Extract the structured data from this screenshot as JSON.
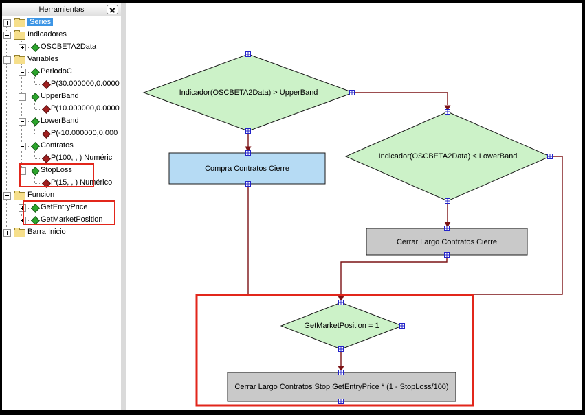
{
  "panel": {
    "title": "Herramientas",
    "close_icon": "close-icon",
    "tree": [
      {
        "label": "Series",
        "level": 0,
        "expander": "plus",
        "icon": "folder-icon",
        "selected": true
      },
      {
        "label": "Indicadores",
        "level": 0,
        "expander": "minus",
        "icon": "folder-icon"
      },
      {
        "label": "OSCBETA2Data",
        "level": 1,
        "expander": "plus",
        "icon": "green-diamond-icon"
      },
      {
        "label": "Variables",
        "level": 0,
        "expander": "minus",
        "icon": "folder-icon"
      },
      {
        "label": "PeriodoC",
        "level": 1,
        "expander": "minus",
        "icon": "green-diamond-icon"
      },
      {
        "label": "P(30.000000,0.0000",
        "level": 2,
        "expander": null,
        "icon": "red-diamond-icon"
      },
      {
        "label": "UpperBand",
        "level": 1,
        "expander": "minus",
        "icon": "green-diamond-icon"
      },
      {
        "label": "P(10.000000,0.0000",
        "level": 2,
        "expander": null,
        "icon": "red-diamond-icon"
      },
      {
        "label": "LowerBand",
        "level": 1,
        "expander": "minus",
        "icon": "green-diamond-icon"
      },
      {
        "label": "P(-10.000000,0.000",
        "level": 2,
        "expander": null,
        "icon": "red-diamond-icon"
      },
      {
        "label": "Contratos",
        "level": 1,
        "expander": "minus",
        "icon": "green-diamond-icon"
      },
      {
        "label": "P(100, , ) Numéric",
        "level": 2,
        "expander": null,
        "icon": "red-diamond-icon"
      },
      {
        "label": "StopLoss",
        "level": 1,
        "expander": "minus",
        "icon": "green-diamond-icon"
      },
      {
        "label": "P(15, , ) Numérico",
        "level": 2,
        "expander": null,
        "icon": "red-diamond-icon"
      },
      {
        "label": "Funcion",
        "level": 0,
        "expander": "minus",
        "icon": "folder-icon"
      },
      {
        "label": "GetEntryPrice",
        "level": 1,
        "expander": "plus",
        "icon": "green-diamond-icon"
      },
      {
        "label": "GetMarketPosition",
        "level": 1,
        "expander": "plus",
        "icon": "green-diamond-icon"
      },
      {
        "label": "Barra Inicio",
        "level": 0,
        "expander": "plus",
        "icon": "folder-icon"
      }
    ]
  },
  "canvas": {
    "nodes": {
      "decision_upper": {
        "type": "decision",
        "label": "Indicador(OSCBETA2Data) > UpperBand"
      },
      "decision_lower": {
        "type": "decision",
        "label": "Indicador(OSCBETA2Data) < LowerBand"
      },
      "decision_market": {
        "type": "decision",
        "label": "GetMarketPosition = 1"
      },
      "action_buy": {
        "type": "action",
        "label": "Compra Contratos Cierre"
      },
      "action_close": {
        "type": "action",
        "label": "Cerrar Largo Contratos Cierre"
      },
      "action_stop": {
        "type": "action",
        "label": "Cerrar Largo Contratos Stop GetEntryPrice * (1 - StopLoss/100)"
      }
    }
  },
  "colors": {
    "decision_fill": "#ccf2c8",
    "action_buy_fill": "#b6dbf4",
    "action_gray_fill": "#c9c9c9",
    "connector": "#7c1215",
    "handle_blue": "#2323c8",
    "annotation_red": "#e2261b",
    "selection_blue": "#3c95e5",
    "folder_yellow": "#f6df8b",
    "diamond_green": "#2ca52c",
    "diamond_red": "#a02020"
  }
}
